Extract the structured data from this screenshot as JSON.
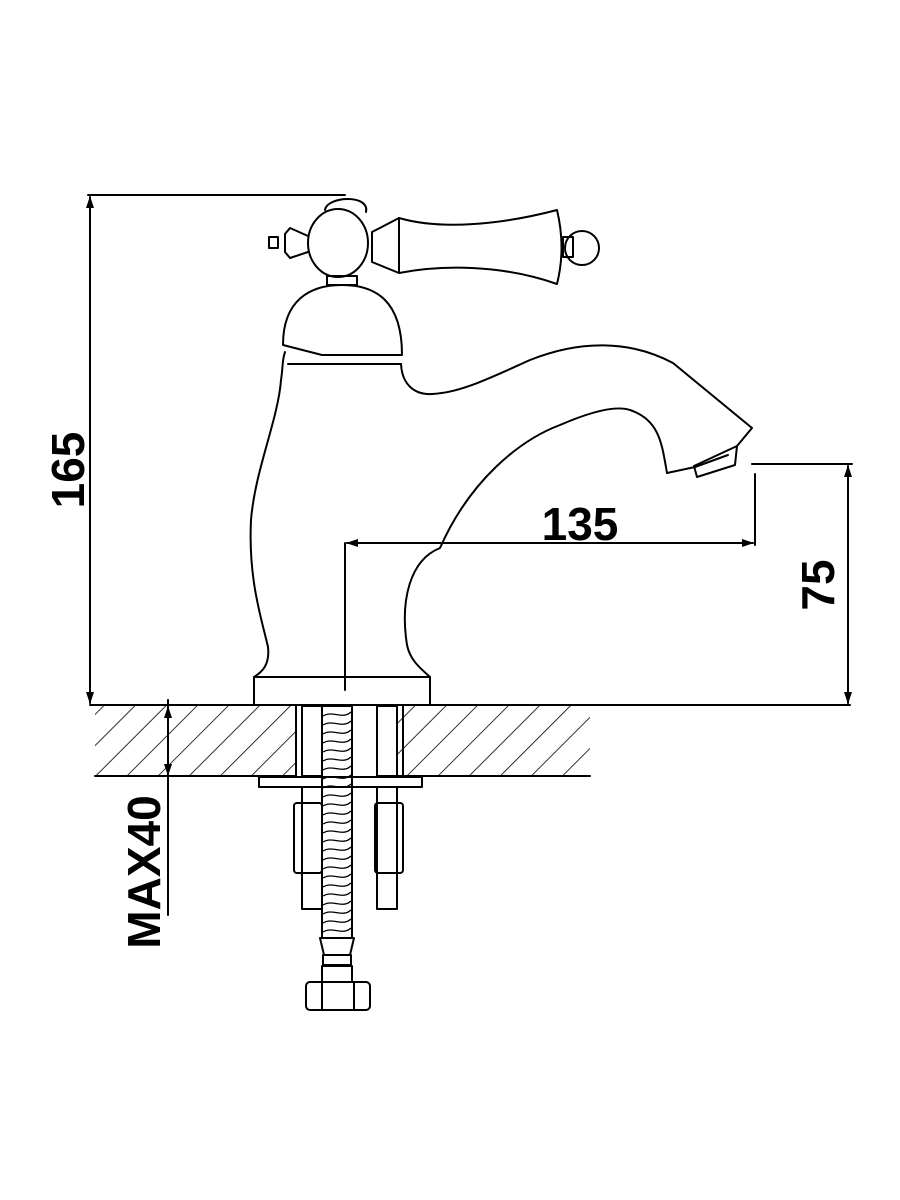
{
  "dimensions": {
    "height_total": "165",
    "spout_reach": "135",
    "spout_height": "75",
    "max_counter_thickness": "MAX40"
  },
  "colors": {
    "line": "#000000",
    "background": "#ffffff"
  }
}
